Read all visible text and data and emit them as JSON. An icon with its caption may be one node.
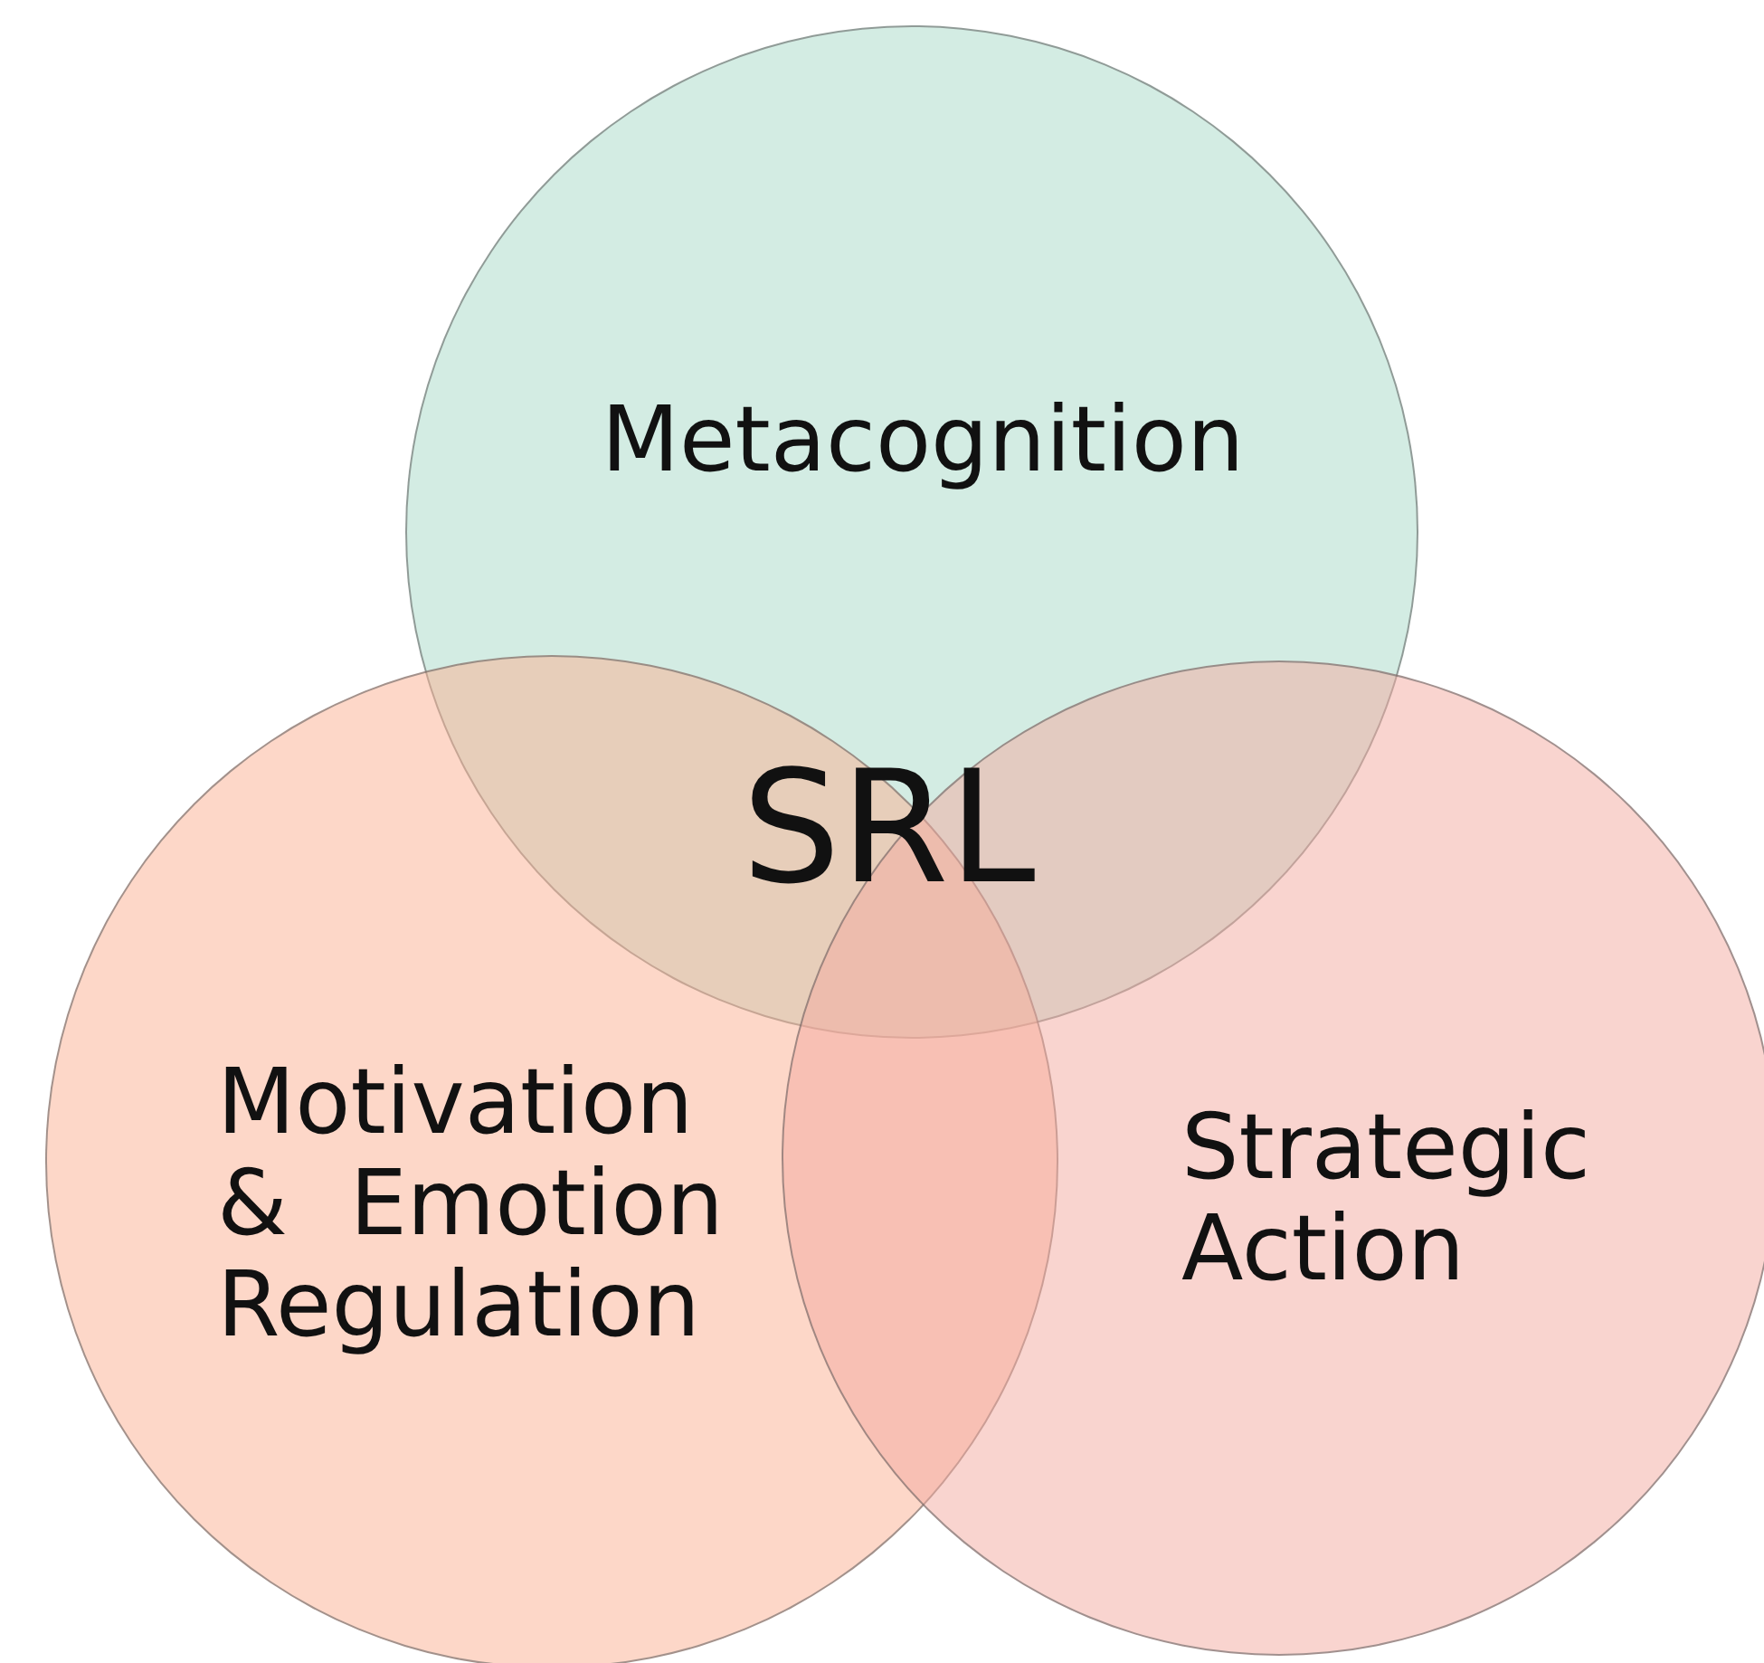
{
  "diagram": {
    "nodes": [
      {
        "text": [
          "Metacognition"
        ]
      },
      {
        "text": [
          "Motivation & Emotion Regulation"
        ]
      },
      {
        "text": [
          "Strategic Action"
        ]
      }
    ],
    "labels": [
      "SRL"
    ]
  }
}
